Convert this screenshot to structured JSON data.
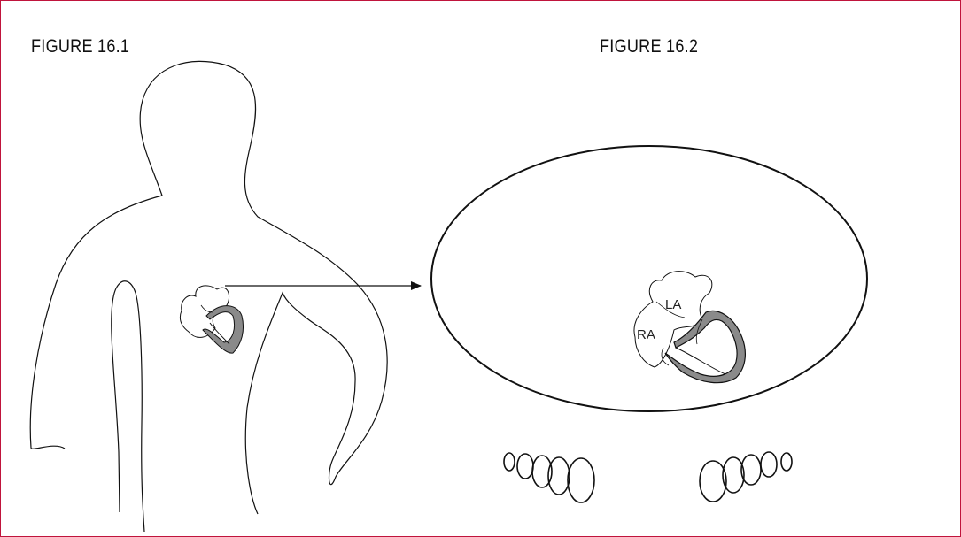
{
  "figures": [
    {
      "caption": "FIGURE 16.1"
    },
    {
      "caption": "FIGURE 16.2"
    }
  ],
  "chamber_labels": {
    "left_atrium": "LA",
    "right_atrium": "RA"
  },
  "colors": {
    "border": "#c0143c",
    "stroke": "#111111",
    "heart_wall": "#8a8a8a"
  }
}
